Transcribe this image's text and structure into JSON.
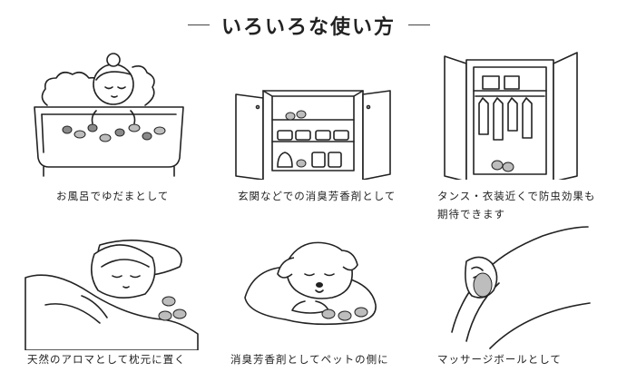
{
  "title": "いろいろな使い方",
  "items": [
    {
      "caption": "お風呂でゆだまとして",
      "icon": "bath-illustration"
    },
    {
      "caption": "玄関などでの消臭芳香剤として",
      "icon": "shoe-cabinet-illustration"
    },
    {
      "caption": "タンス・衣装近くで防虫効果も",
      "caption2": "期待できます",
      "icon": "wardrobe-illustration"
    },
    {
      "caption": "天然のアロマとして枕元に置く",
      "icon": "sleeping-person-illustration"
    },
    {
      "caption": "消臭芳香剤としてペットの側に",
      "icon": "sleeping-dog-illustration"
    },
    {
      "caption": "マッサージボールとして",
      "icon": "massage-illustration"
    }
  ]
}
